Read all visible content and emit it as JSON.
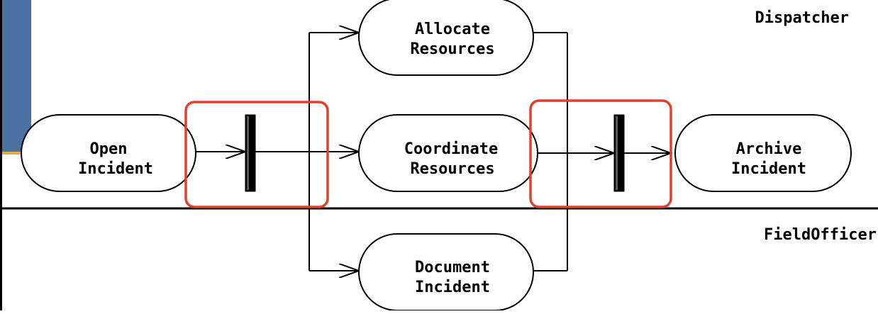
{
  "diagram": {
    "type": "uml-activity-diagram-swimlanes",
    "colors": {
      "accent_bar_blue": "#4a73a3",
      "accent_line_gold": "#d9b048",
      "highlight_red": "#e0412a",
      "ink": "#000000"
    },
    "swimlanes": {
      "top_label": "Dispatcher",
      "bottom_label": "FieldOfficer"
    },
    "nodes": {
      "open_incident": {
        "line1": "Open",
        "line2": "Incident"
      },
      "allocate_resources": {
        "line1": "Allocate",
        "line2": "Resources"
      },
      "coordinate_resources": {
        "line1": "Coordinate",
        "line2": "Resources"
      },
      "document_incident": {
        "line1": "Document",
        "line2": "Incident"
      },
      "archive_incident": {
        "line1": "Archive",
        "line2": "Incident"
      }
    },
    "bars": [
      "fork",
      "join"
    ],
    "edges": [
      {
        "from": "open_incident",
        "to": "fork"
      },
      {
        "from": "fork",
        "to": "allocate_resources"
      },
      {
        "from": "fork",
        "to": "coordinate_resources"
      },
      {
        "from": "fork",
        "to": "document_incident"
      },
      {
        "from": "allocate_resources",
        "to": "join"
      },
      {
        "from": "coordinate_resources",
        "to": "join"
      },
      {
        "from": "document_incident",
        "to": "join"
      },
      {
        "from": "join",
        "to": "archive_incident"
      }
    ],
    "highlights": [
      "fork",
      "join"
    ]
  }
}
